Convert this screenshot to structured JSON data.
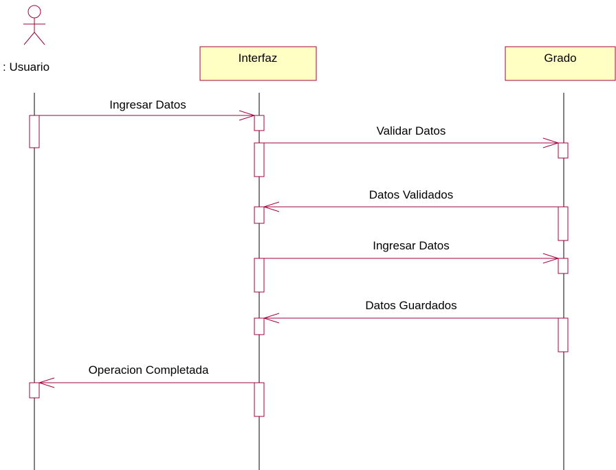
{
  "colors": {
    "line": "#a0003c",
    "object_fill": "#ffffc4",
    "activation_fill": "#ffffff",
    "lifeline": "#000000",
    "actor": "#a0003c"
  },
  "participants": {
    "usuario": {
      "label": ": Usuario",
      "kind": "actor"
    },
    "interfaz": {
      "label": "Interfaz",
      "kind": "object"
    },
    "grado": {
      "label": "Grado",
      "kind": "object"
    }
  },
  "messages": [
    {
      "label": "Ingresar Datos",
      "from": "usuario",
      "to": "interfaz"
    },
    {
      "label": "Validar Datos",
      "from": "interfaz",
      "to": "grado"
    },
    {
      "label": "Datos Validados",
      "from": "grado",
      "to": "interfaz"
    },
    {
      "label": "Ingresar Datos",
      "from": "interfaz",
      "to": "grado"
    },
    {
      "label": "Datos Guardados",
      "from": "grado",
      "to": "interfaz"
    },
    {
      "label": "Operacion Completada",
      "from": "interfaz",
      "to": "usuario"
    }
  ]
}
